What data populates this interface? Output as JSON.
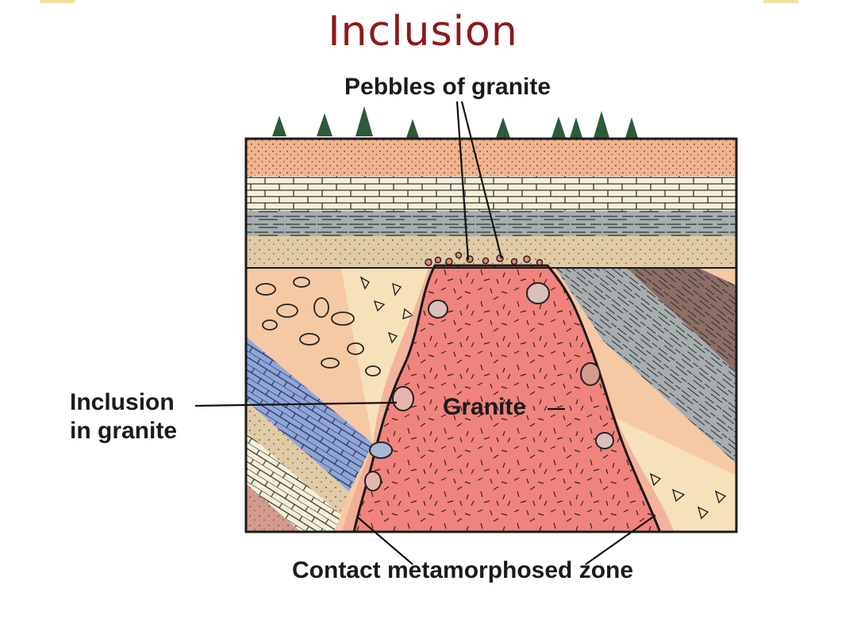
{
  "slide": {
    "title": "Inclusion"
  },
  "labels": {
    "pebbles": "Pebbles of granite",
    "inclusion_line1": "Inclusion",
    "inclusion_line2": "in granite",
    "granite": "Granite",
    "contact": "Contact metamorphosed zone"
  },
  "colors": {
    "title": "#8b1a1a",
    "soil": "#f0b48e",
    "limestone": "#f7f0d9",
    "shale": "#a7aeb0",
    "sandstone": "#e0cba6",
    "conglomerate": "#f5c9a4",
    "granite": "#f0837d",
    "blue_bed": "#8fa6d8",
    "brown_bed": "#8d6e66",
    "tree": "#2c5a3a"
  }
}
